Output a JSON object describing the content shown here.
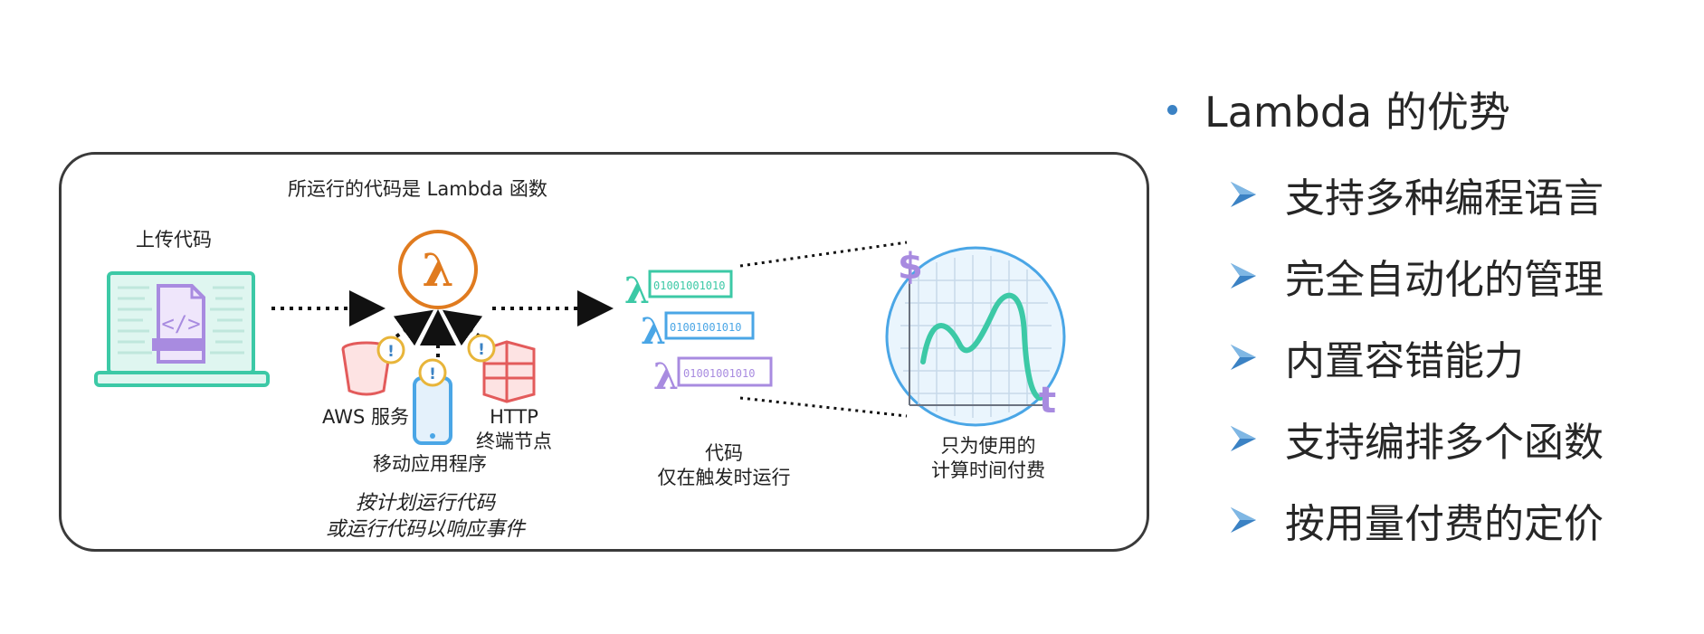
{
  "diagram": {
    "title": "所运行的代码是 Lambda 函数",
    "upload_label": "上传代码",
    "aws_label": "AWS 服务",
    "http_label": "HTTP\n终端节点",
    "mobile_label": "移动应用程序",
    "schedule_label": "按计划运行代码\n或运行代码以响应事件",
    "code_label": "代码\n仅在触发时运行",
    "pay_label": "只为使用的\n计算时间付费",
    "lambda_glyph": "λ",
    "binary_1": "01001001010",
    "binary_2": "01001001010",
    "binary_3": "01001001010",
    "dollar_glyph": "$",
    "time_glyph": "t",
    "colors": {
      "orange": "#e07b1f",
      "teal": "#3cc9a6",
      "blue": "#4aa6e6",
      "purple": "#a88be0",
      "red": "#e35b5b",
      "gold": "#e8b53a"
    }
  },
  "bullets": {
    "main": "Lambda 的优势",
    "items": [
      "支持多种编程语言",
      "完全自动化的管理",
      "内置容错能力",
      "支持编排多个函数",
      "按用量付费的定价"
    ]
  }
}
